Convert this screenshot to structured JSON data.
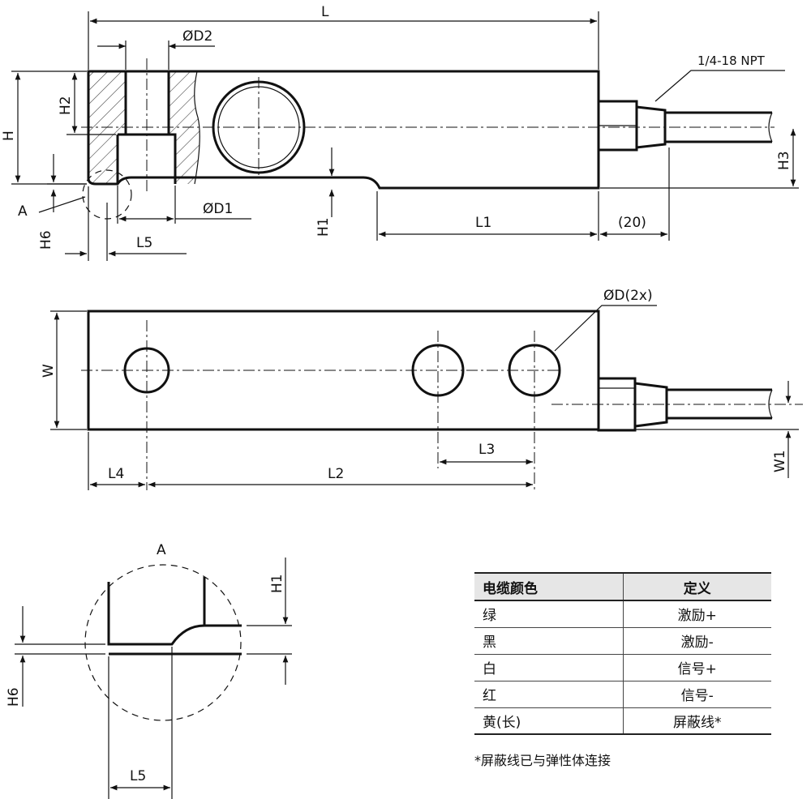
{
  "labels": {
    "L": "L",
    "D2": "ØD2",
    "npt": "1/4-18 NPT",
    "H": "H",
    "H2": "H2",
    "H3": "H3",
    "A": "A",
    "H6": "H6",
    "D1": "ØD1",
    "H1": "H1",
    "L1": "L1",
    "cable": "(20)",
    "L5": "L5",
    "D2x": "ØD(2x)",
    "W": "W",
    "W1": "W1",
    "L3": "L3",
    "L4": "L4",
    "L2": "L2"
  },
  "table": {
    "headers": [
      "电缆颜色",
      "定义"
    ],
    "rows": [
      [
        "绿",
        "激励+"
      ],
      [
        "黑",
        "激励-"
      ],
      [
        "白",
        "信号+"
      ],
      [
        "红",
        "信号-"
      ],
      [
        "黄(长)",
        "屏蔽线*"
      ]
    ],
    "note": "*屏蔽线已与弹性体连接"
  }
}
